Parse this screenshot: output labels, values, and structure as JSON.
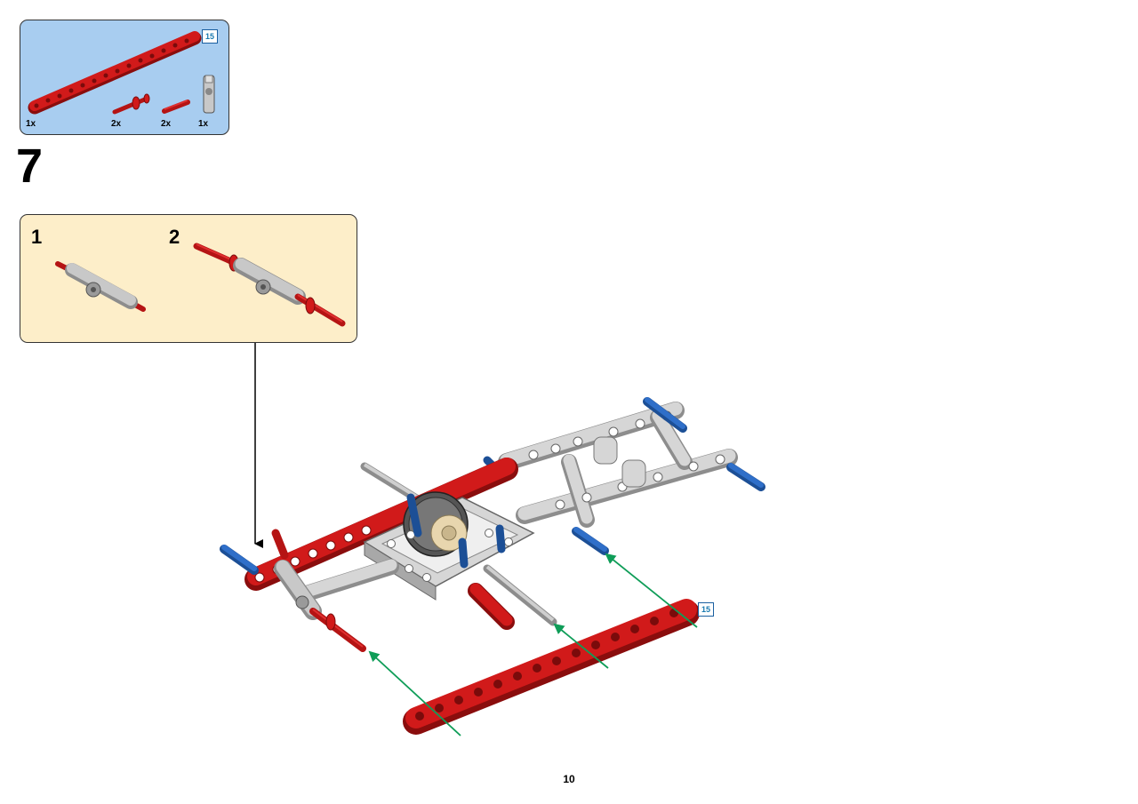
{
  "parts_list": {
    "items": [
      {
        "qty": "1x",
        "part": "red-15-beam"
      },
      {
        "qty": "2x",
        "part": "red-axle-pin-bush"
      },
      {
        "qty": "2x",
        "part": "red-axle-pin"
      },
      {
        "qty": "1x",
        "part": "gray-connector"
      }
    ],
    "beam_length_badge": "15"
  },
  "step": {
    "number": "7",
    "substeps": [
      "1",
      "2"
    ]
  },
  "main_scene": {
    "beam_length_badge": "15"
  },
  "page": {
    "number": "10"
  },
  "colors": {
    "parts_bg": "#a8cdf0",
    "substep_bg": "#fdeec9",
    "brick_red": "#d11a1a",
    "light_gray": "#c8c8c8",
    "blue": "#2f6fc9",
    "arrow_green": "#0f9d58"
  }
}
